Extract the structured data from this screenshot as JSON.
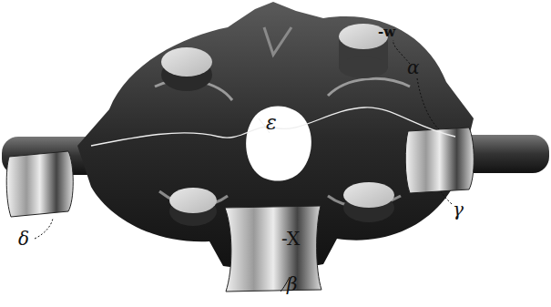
{
  "diagram": {
    "labels": [
      "-w",
      "α",
      "γ",
      "δ",
      "ε",
      "-X",
      "β"
    ]
  }
}
